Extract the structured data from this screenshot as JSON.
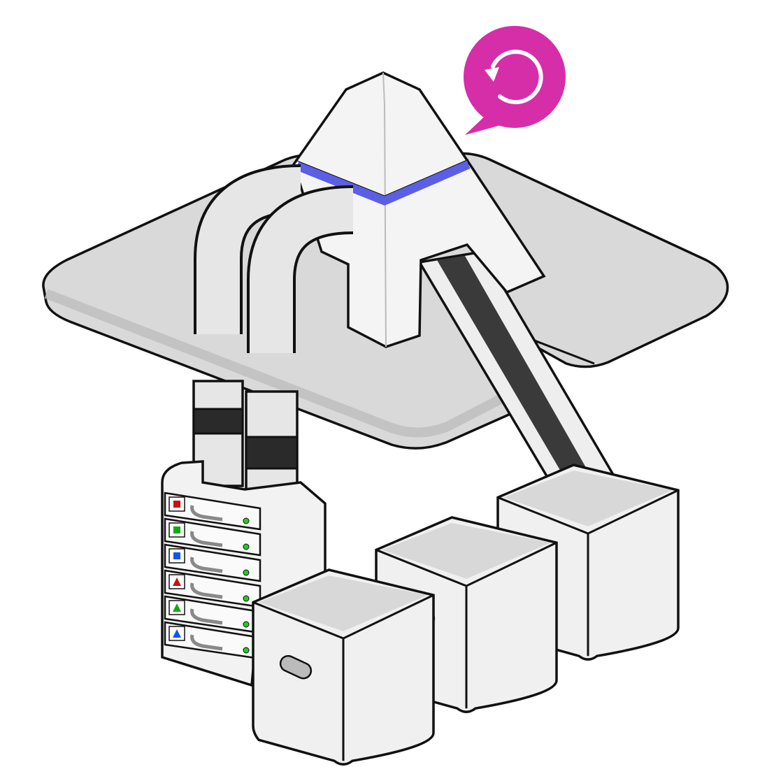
{
  "illustration": {
    "colors": {
      "outline": "#111111",
      "platform": "#d9d9d9",
      "platform_edge": "#bdbdbd",
      "metal": "#e6e6e6",
      "tower": "#f4f4f4",
      "band": "#5a5fe6",
      "belt": "#3a3a3a",
      "bubble": "#d62ea8",
      "led": "#22cc22"
    },
    "icons": [
      "refresh-speech-bubble-icon",
      "server-rack-icon",
      "crate-icon",
      "pipe-icon",
      "escalator-icon",
      "tower-icon"
    ],
    "server_drawers": [
      {
        "shape": "square",
        "color": "#cc1111"
      },
      {
        "shape": "square",
        "color": "#11aa11"
      },
      {
        "shape": "square",
        "color": "#1155ee"
      },
      {
        "shape": "triangle",
        "color": "#cc1111"
      },
      {
        "shape": "triangle",
        "color": "#11aa11"
      },
      {
        "shape": "triangle",
        "color": "#1155ee"
      }
    ]
  }
}
